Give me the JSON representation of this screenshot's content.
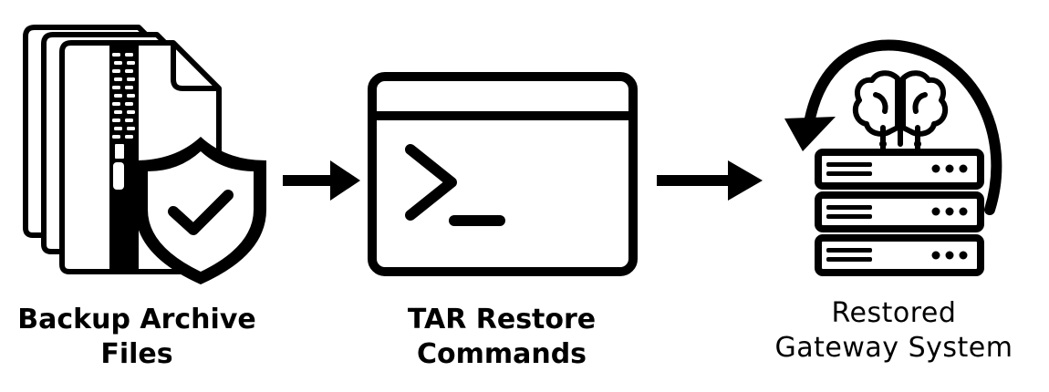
{
  "steps": [
    {
      "lines": [
        "Backup Archive",
        "Files"
      ],
      "icon": "zipped-archive-with-shield-icon"
    },
    {
      "lines": [
        "TAR Restore",
        "Commands"
      ],
      "icon": "terminal-window-icon"
    },
    {
      "lines": [
        "Restored",
        "Gateway System"
      ],
      "icon": "server-rack-with-brain-icon"
    }
  ],
  "colors": {
    "ink": "#000000",
    "background": "#ffffff"
  }
}
